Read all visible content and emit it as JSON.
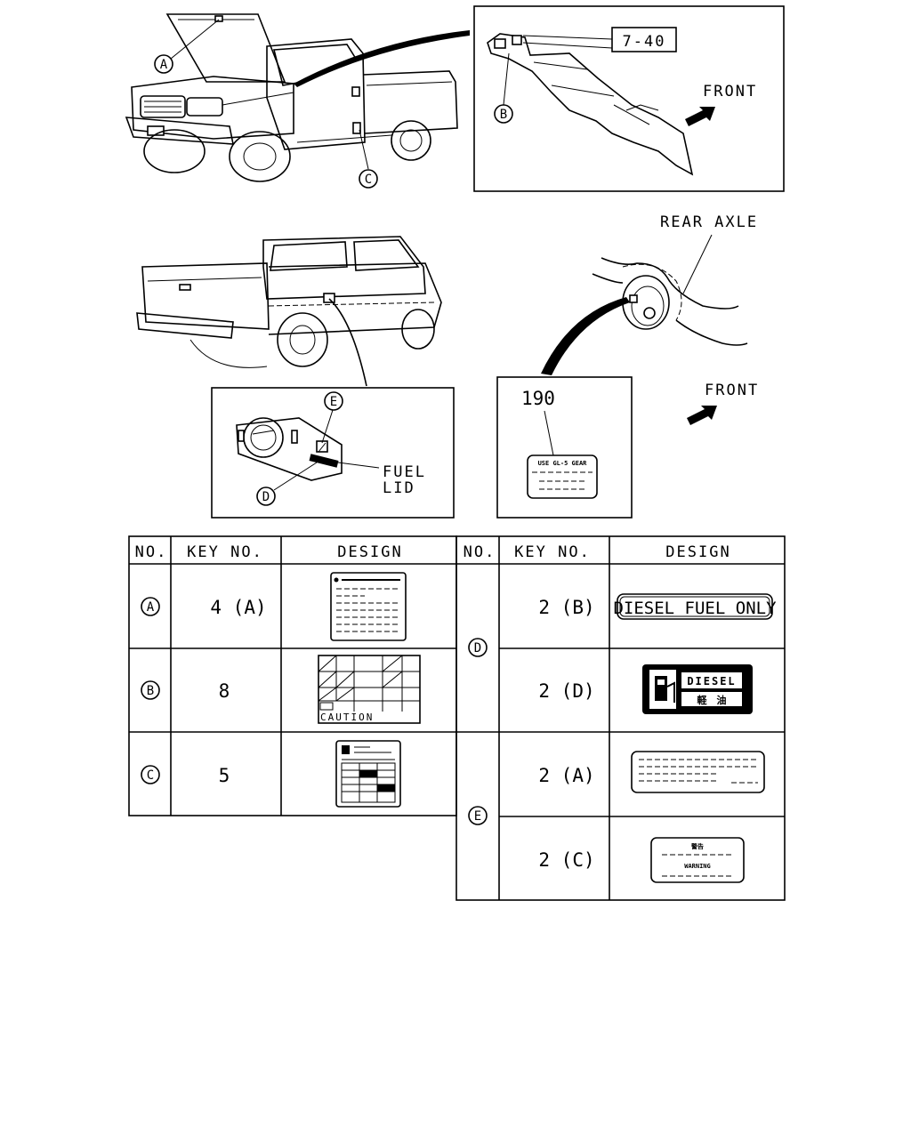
{
  "callouts": {
    "a": "A",
    "b": "B",
    "c": "C",
    "d": "D",
    "e": "E"
  },
  "top_right_box": {
    "ref": "7-40",
    "front": "FRONT"
  },
  "rear_axle": {
    "label": "REAR AXLE",
    "front": "FRONT",
    "ref": "190",
    "label_text": "USE GL-5 GEAR"
  },
  "fuel_box": {
    "fuel": "FUEL",
    "lid": "LID"
  },
  "table": {
    "headers": {
      "no": "NO.",
      "key_no": "KEY NO.",
      "design": "DESIGN"
    },
    "left_rows": [
      {
        "no": "A",
        "key": "4 (A)"
      },
      {
        "no": "B",
        "key": "8",
        "design_text": "CAUTION"
      },
      {
        "no": "C",
        "key": "5"
      }
    ],
    "right_groups": [
      {
        "no": "D",
        "rows": [
          {
            "key": "2 (B)",
            "design_text": "DIESEL FUEL ONLY"
          },
          {
            "key": "2 (D)",
            "design_text": "DIESEL",
            "design_sub": "軽　油"
          }
        ]
      },
      {
        "no": "E",
        "rows": [
          {
            "key": "2 (A)"
          },
          {
            "key": "2 (C)",
            "design_top": "警告",
            "design_text": "WARNING"
          }
        ]
      }
    ]
  }
}
